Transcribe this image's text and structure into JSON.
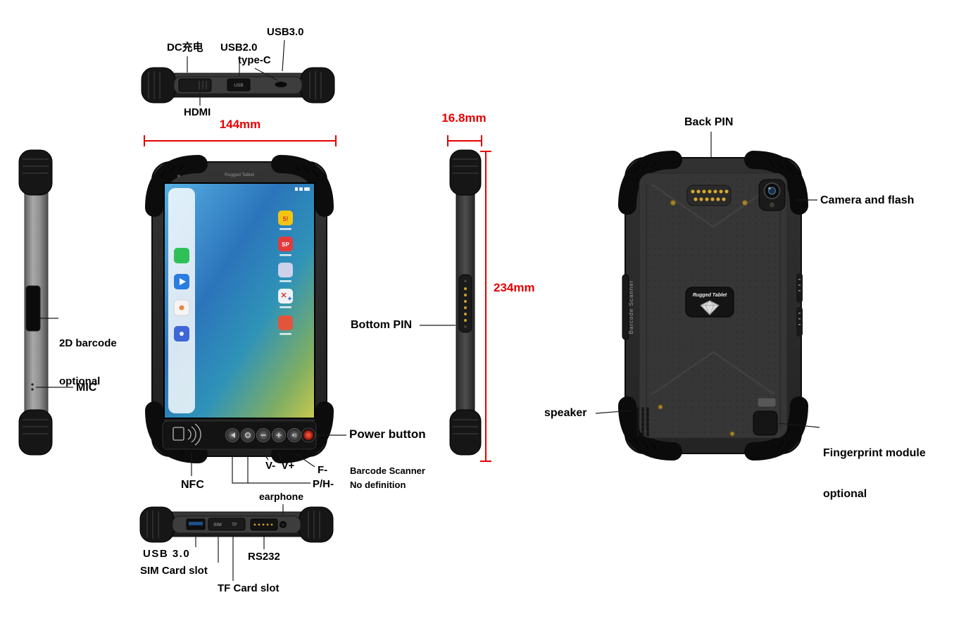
{
  "colors": {
    "dimension_red": "#e60000",
    "label_black": "#000000",
    "background": "#ffffff"
  },
  "dimensions": {
    "width_label": "144mm",
    "thickness_label": "16.8mm",
    "height_label": "234mm"
  },
  "top_view": {
    "dc_label": "DC充电",
    "usb20_label": "USB2.0",
    "usb30_label": "USB3.0",
    "typec_label": "type-C",
    "hdmi_label": "HDMI",
    "usb_port_text": "USB"
  },
  "left_view": {
    "barcode_line1": "2D barcode",
    "barcode_line2": "optional",
    "mic_label": "MIC"
  },
  "front_view": {
    "brand_text": "Rugged Tablet",
    "power_label": "Power button",
    "nfc_label": "NFC",
    "volume_label": "V-  V+",
    "f_key": "F-",
    "f_desc": "Barcode Scanner",
    "ph_key": "P/H-",
    "ph_desc": "No definition",
    "icon_badge_yellow": "5!",
    "icon_badge_red": "SP"
  },
  "side_view": {
    "bottom_pin_label": "Bottom PIN"
  },
  "back_view": {
    "back_pin_label": "Back PIN",
    "camera_label": "Camera and flash",
    "speaker_label": "speaker",
    "fingerprint_line1": "Fingerprint module",
    "fingerprint_line2": "optional",
    "brand_text": "Rugged Tablet",
    "side_text": "Barcode Scanner"
  },
  "bottom_view": {
    "earphone_label": "earphone",
    "usb30_label": "USB 3.0",
    "sim_label": "SIM Card slot",
    "tf_label": "TF Card slot",
    "rs232_label": "RS232",
    "sim_port_text": "SIM",
    "tf_port_text": "TF"
  }
}
